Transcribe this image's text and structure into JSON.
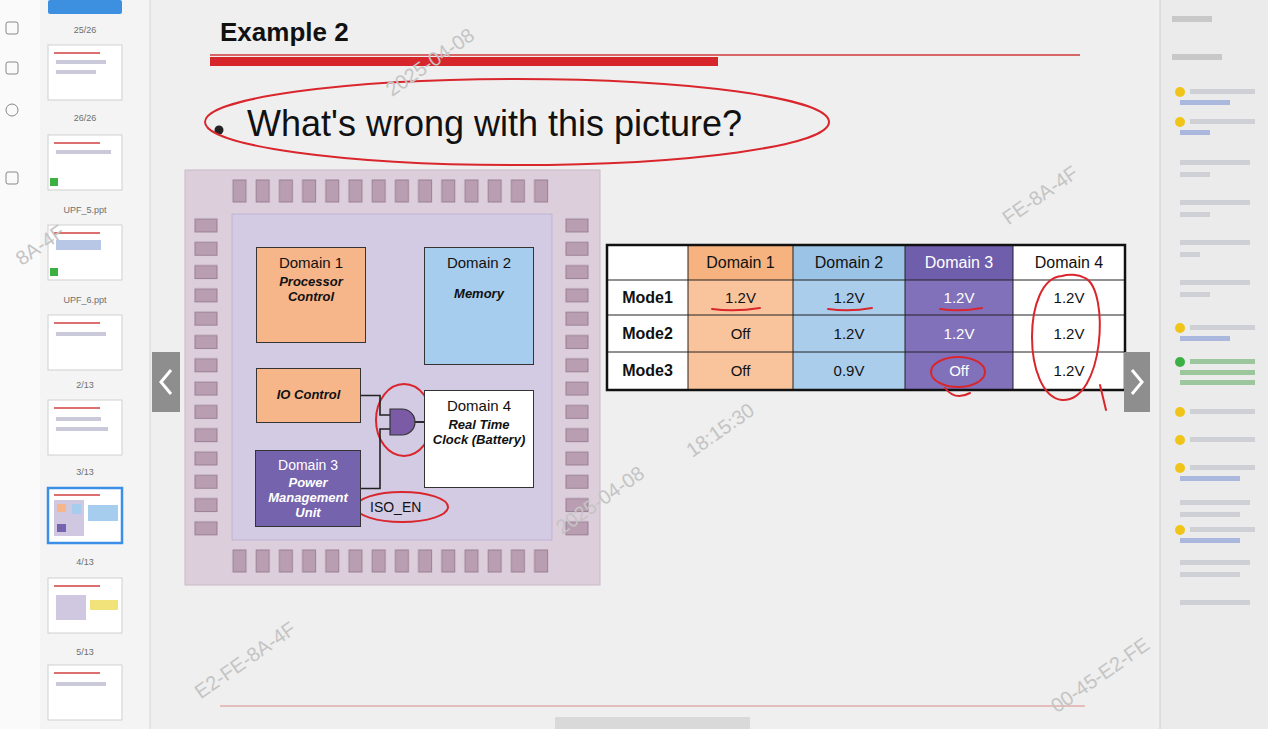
{
  "diagram": {
    "title": "Example 2",
    "nodes": [
      {
        "text": [
          "Domain 1",
          "Processor Control"
        ]
      },
      {
        "text": [
          "Domain 2",
          "Memory"
        ]
      },
      {
        "text": [
          "IO Control"
        ]
      },
      {
        "text": [
          "Domain 4",
          "Real Time Clock (Battery)"
        ]
      },
      {
        "text": [
          "Domain 3",
          "Power Management Unit"
        ]
      }
    ],
    "edges": [
      {
        "from": 2,
        "to": 3,
        "arrow": "none"
      },
      {
        "from": 4,
        "to": 3,
        "arrow": "none"
      }
    ],
    "labels": [
      "What's wrong with this picture?",
      "ISO_EN",
      "Domain 1",
      "Domain 2",
      "Domain 3",
      "Domain 4",
      "Mode1",
      "1.2V",
      "1.2V",
      "1.2V",
      "1.2V",
      "Mode2",
      "Off",
      "1.2V",
      "1.2V",
      "1.2V",
      "Mode3",
      "Off",
      "0.9V",
      "Off",
      "1.2V",
      "25/26",
      "26/26",
      "UPF_5.ppt",
      "UPF_6.ppt",
      "2/13",
      "3/13",
      "4/13",
      "5/13",
      "8A-4F",
      "2025-04-08",
      "FE-8A-4F",
      "18:15:30",
      "2025-04-08",
      "E2-FE-8A-4F",
      "00-45-E2-FE"
    ]
  }
}
